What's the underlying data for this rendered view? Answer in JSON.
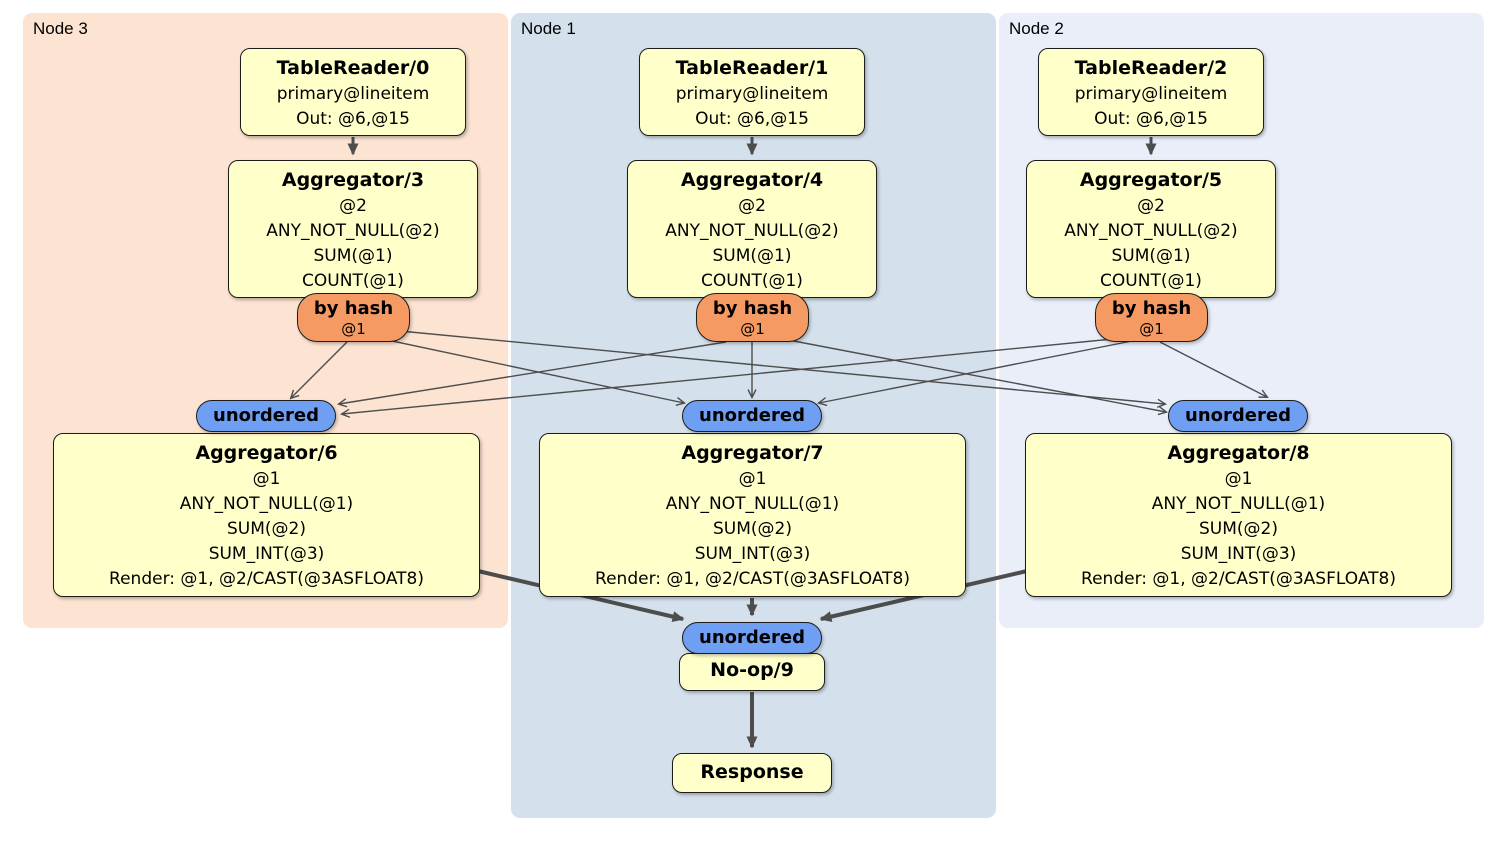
{
  "colors": {
    "region_node3_bg": "#fce3d2",
    "region_node1_bg": "#d4e1ec",
    "region_node2_bg": "#e9eef8",
    "processor_box_bg": "#ffffc9",
    "hash_router_bg": "#f59a63",
    "sync_oval_bg": "#6f9ff2",
    "edge_color": "#4d4d4d",
    "text_color": "#000000"
  },
  "regions": [
    {
      "label": "Node 3"
    },
    {
      "label": "Node 1"
    },
    {
      "label": "Node 2"
    }
  ],
  "processors": [
    {
      "title": "TableReader/0",
      "lines": [
        "primary@lineitem",
        "Out: @6,@15"
      ]
    },
    {
      "title": "TableReader/1",
      "lines": [
        "primary@lineitem",
        "Out: @6,@15"
      ]
    },
    {
      "title": "TableReader/2",
      "lines": [
        "primary@lineitem",
        "Out: @6,@15"
      ]
    },
    {
      "title": "Aggregator/3",
      "lines": [
        "@2",
        "ANY_NOT_NULL(@2)",
        "SUM(@1)",
        "COUNT(@1)"
      ]
    },
    {
      "title": "Aggregator/4",
      "lines": [
        "@2",
        "ANY_NOT_NULL(@2)",
        "SUM(@1)",
        "COUNT(@1)"
      ]
    },
    {
      "title": "Aggregator/5",
      "lines": [
        "@2",
        "ANY_NOT_NULL(@2)",
        "SUM(@1)",
        "COUNT(@1)"
      ]
    },
    {
      "title": "Aggregator/6",
      "lines": [
        "@1",
        "ANY_NOT_NULL(@1)",
        "SUM(@2)",
        "SUM_INT(@3)",
        "Render: @1, @2/CAST(@3ASFLOAT8)"
      ]
    },
    {
      "title": "Aggregator/7",
      "lines": [
        "@1",
        "ANY_NOT_NULL(@1)",
        "SUM(@2)",
        "SUM_INT(@3)",
        "Render: @1, @2/CAST(@3ASFLOAT8)"
      ]
    },
    {
      "title": "Aggregator/8",
      "lines": [
        "@1",
        "ANY_NOT_NULL(@1)",
        "SUM(@2)",
        "SUM_INT(@3)",
        "Render: @1, @2/CAST(@3ASFLOAT8)"
      ]
    },
    {
      "title": "No-op/9",
      "lines": []
    },
    {
      "title": "Response",
      "lines": []
    }
  ],
  "routers": [
    {
      "title": "by hash",
      "detail": "@1"
    },
    {
      "title": "by hash",
      "detail": "@1"
    },
    {
      "title": "by hash",
      "detail": "@1"
    }
  ],
  "synchronizers": [
    {
      "label": "unordered"
    },
    {
      "label": "unordered"
    },
    {
      "label": "unordered"
    },
    {
      "label": "unordered"
    }
  ]
}
